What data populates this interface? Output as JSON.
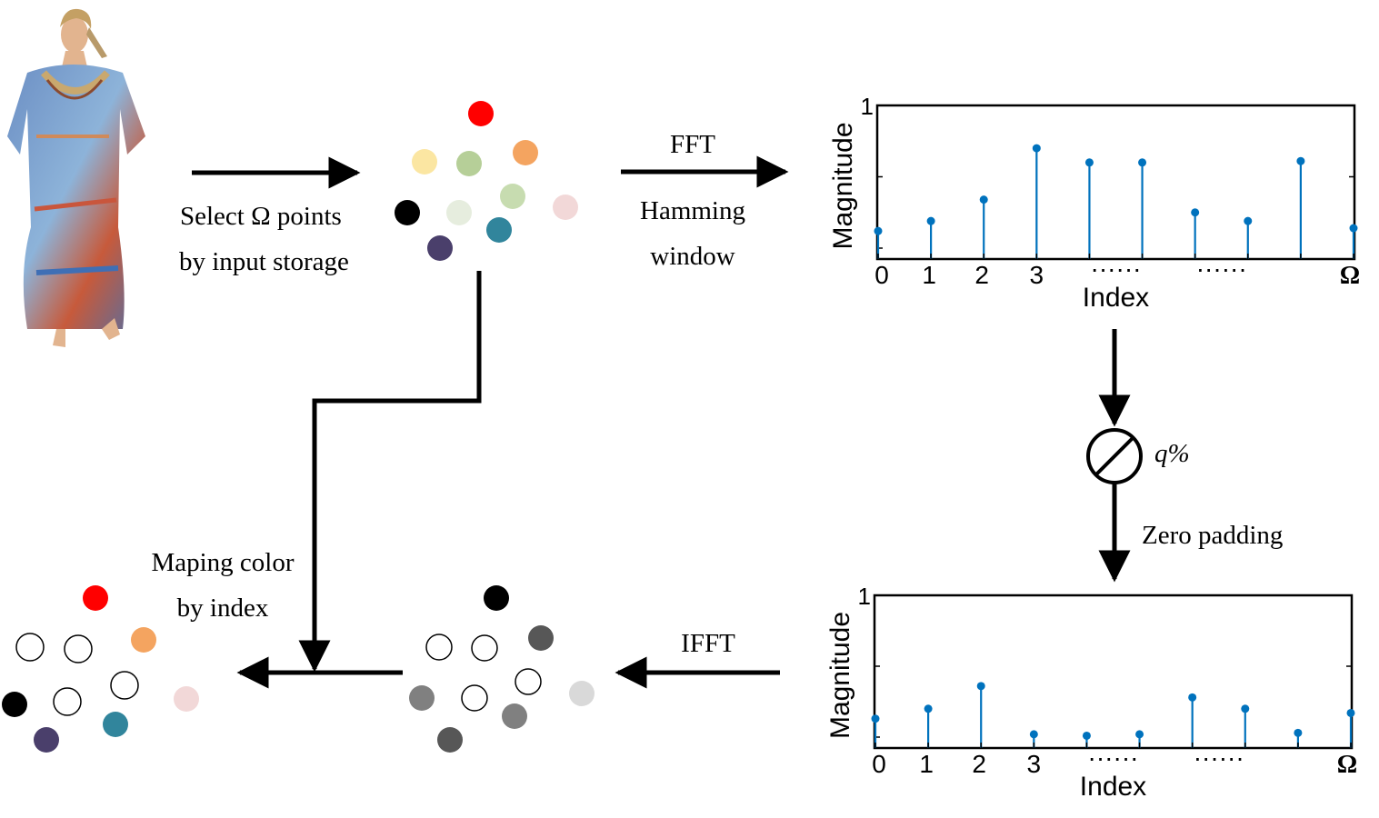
{
  "labels": {
    "select_line1": "Select Ω  points",
    "select_line2": "by input storage",
    "fft": "FFT",
    "hamming_line1": "Hamming",
    "hamming_line2": "window",
    "q_percent": "q%",
    "zero_padding": "Zero padding",
    "ifft": "IFFT",
    "mapping_line1": "Maping color",
    "mapping_line2": "by index"
  },
  "colors": {
    "stem": "#0072bd",
    "arrow": "#000000",
    "red": "#ff0000",
    "orange": "#f4a460",
    "yellow": "#fbe6a2",
    "green": "#b6cf98",
    "light_green": "#c7dcb0",
    "pale": "#e6edde",
    "pink": "#f2d8d8",
    "black": "#000000",
    "teal": "#31859c",
    "purple": "#4a3f6b",
    "dark_gray": "#575757",
    "mid_gray": "#808080",
    "light_gray": "#d9d9d9"
  },
  "chart_data": [
    {
      "type": "stem",
      "ylabel": "Magnitude",
      "xlabel": "Index",
      "y_tick_label": "1",
      "x_tick_labels": [
        "0",
        "1",
        "2",
        "3",
        "······",
        "······",
        "Ω"
      ],
      "ylim": [
        0,
        1
      ],
      "values": [
        0.12,
        0.19,
        0.34,
        0.7,
        0.6,
        0.6,
        0.25,
        0.19,
        0.61,
        0.14
      ]
    },
    {
      "type": "stem",
      "ylabel": "Magnitude",
      "xlabel": "Index",
      "y_tick_label": "1",
      "x_tick_labels": [
        "0",
        "1",
        "2",
        "3",
        "······",
        "······",
        "Ω"
      ],
      "ylim": [
        0,
        1
      ],
      "values": [
        0.13,
        0.2,
        0.36,
        0.02,
        0.01,
        0.02,
        0.28,
        0.2,
        0.03,
        0.17
      ]
    }
  ],
  "icons": {
    "person": "person-in-dress-icon",
    "threshold": "threshold-circle-icon"
  }
}
